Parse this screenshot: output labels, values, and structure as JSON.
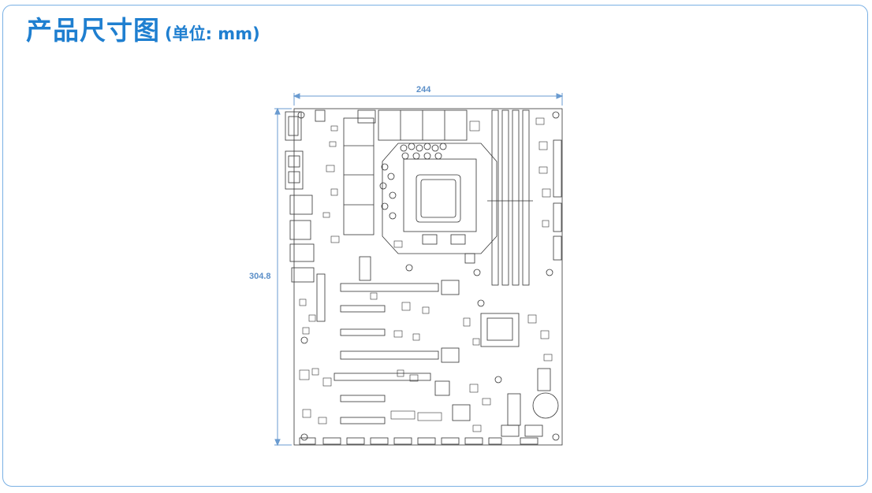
{
  "title": {
    "main": "产品尺寸图",
    "unit": "(单位: mm)"
  },
  "dimensions": {
    "width_label": "244",
    "height_label": "304.8"
  },
  "colors": {
    "accent": "#1f7fd0",
    "frame_border": "#7ab0e4",
    "dimension_line": "#6a9bd0",
    "board_line": "#333333"
  }
}
